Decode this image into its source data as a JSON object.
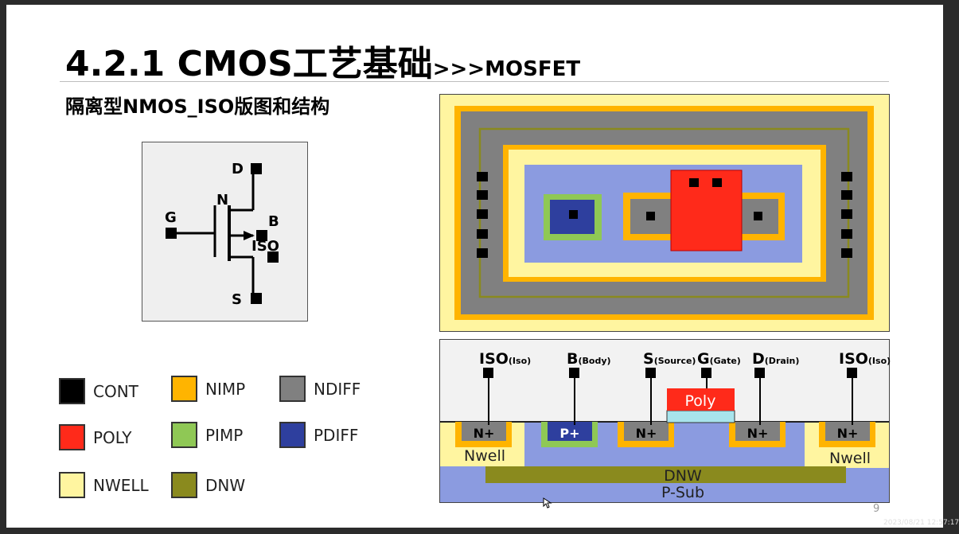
{
  "slide": {
    "title": "4.2.1 CMOS工艺基础",
    "title_suffix": ">>>MOSFET",
    "subtitle": "隔离型NMOS_ISO版图和结构",
    "page_number": "9"
  },
  "symbol": {
    "pin_d": "D",
    "pin_g": "G",
    "pin_b": "B",
    "pin_iso": "ISO",
    "pin_s": "S",
    "device_type": "N"
  },
  "legend": [
    {
      "label": "CONT",
      "color": "#000000"
    },
    {
      "label": "NIMP",
      "color": "#ffb400"
    },
    {
      "label": "NDIFF",
      "color": "#808080"
    },
    {
      "label": "POLY",
      "color": "#ff2a1a"
    },
    {
      "label": "PIMP",
      "color": "#8fc855"
    },
    {
      "label": "PDIFF",
      "color": "#2e3f9e"
    },
    {
      "label": "NWELL",
      "color": "#fff5a0"
    },
    {
      "label": "DNW",
      "color": "#8a8a1e"
    }
  ],
  "cross_section": {
    "terminals": {
      "iso_left": "ISO",
      "iso_left_sub": "(Iso)",
      "b": "B",
      "b_sub": "(Body)",
      "s": "S",
      "s_sub": "(Source)",
      "g": "G",
      "g_sub": "(Gate)",
      "d": "D",
      "d_sub": "(Drain)",
      "iso_right": "ISO",
      "iso_right_sub": "(Iso)"
    },
    "poly_label": "Poly",
    "diffusions": {
      "n_plus": "N+",
      "p_plus": "P+"
    },
    "nwell_label": "Nwell",
    "dnw_label": "DNW",
    "psub_label": "P-Sub"
  },
  "timestamp": "2023/08/21 12:57:17"
}
